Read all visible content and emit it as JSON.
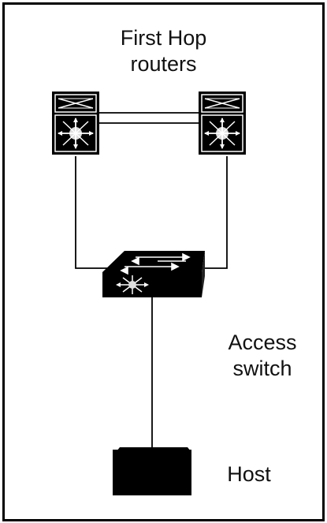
{
  "labels": {
    "title_line1": "First Hop",
    "title_line2": "routers",
    "access_line1": "Access",
    "access_line2": "switch",
    "host": "Host"
  },
  "colors": {
    "device_fill": "#000000",
    "device_icon": "#ffffff",
    "link": "#000000",
    "frame": "#000000"
  },
  "icons": {
    "router": "multilayer-switch-icon",
    "switch": "switch-icon",
    "host": "host-icon"
  }
}
